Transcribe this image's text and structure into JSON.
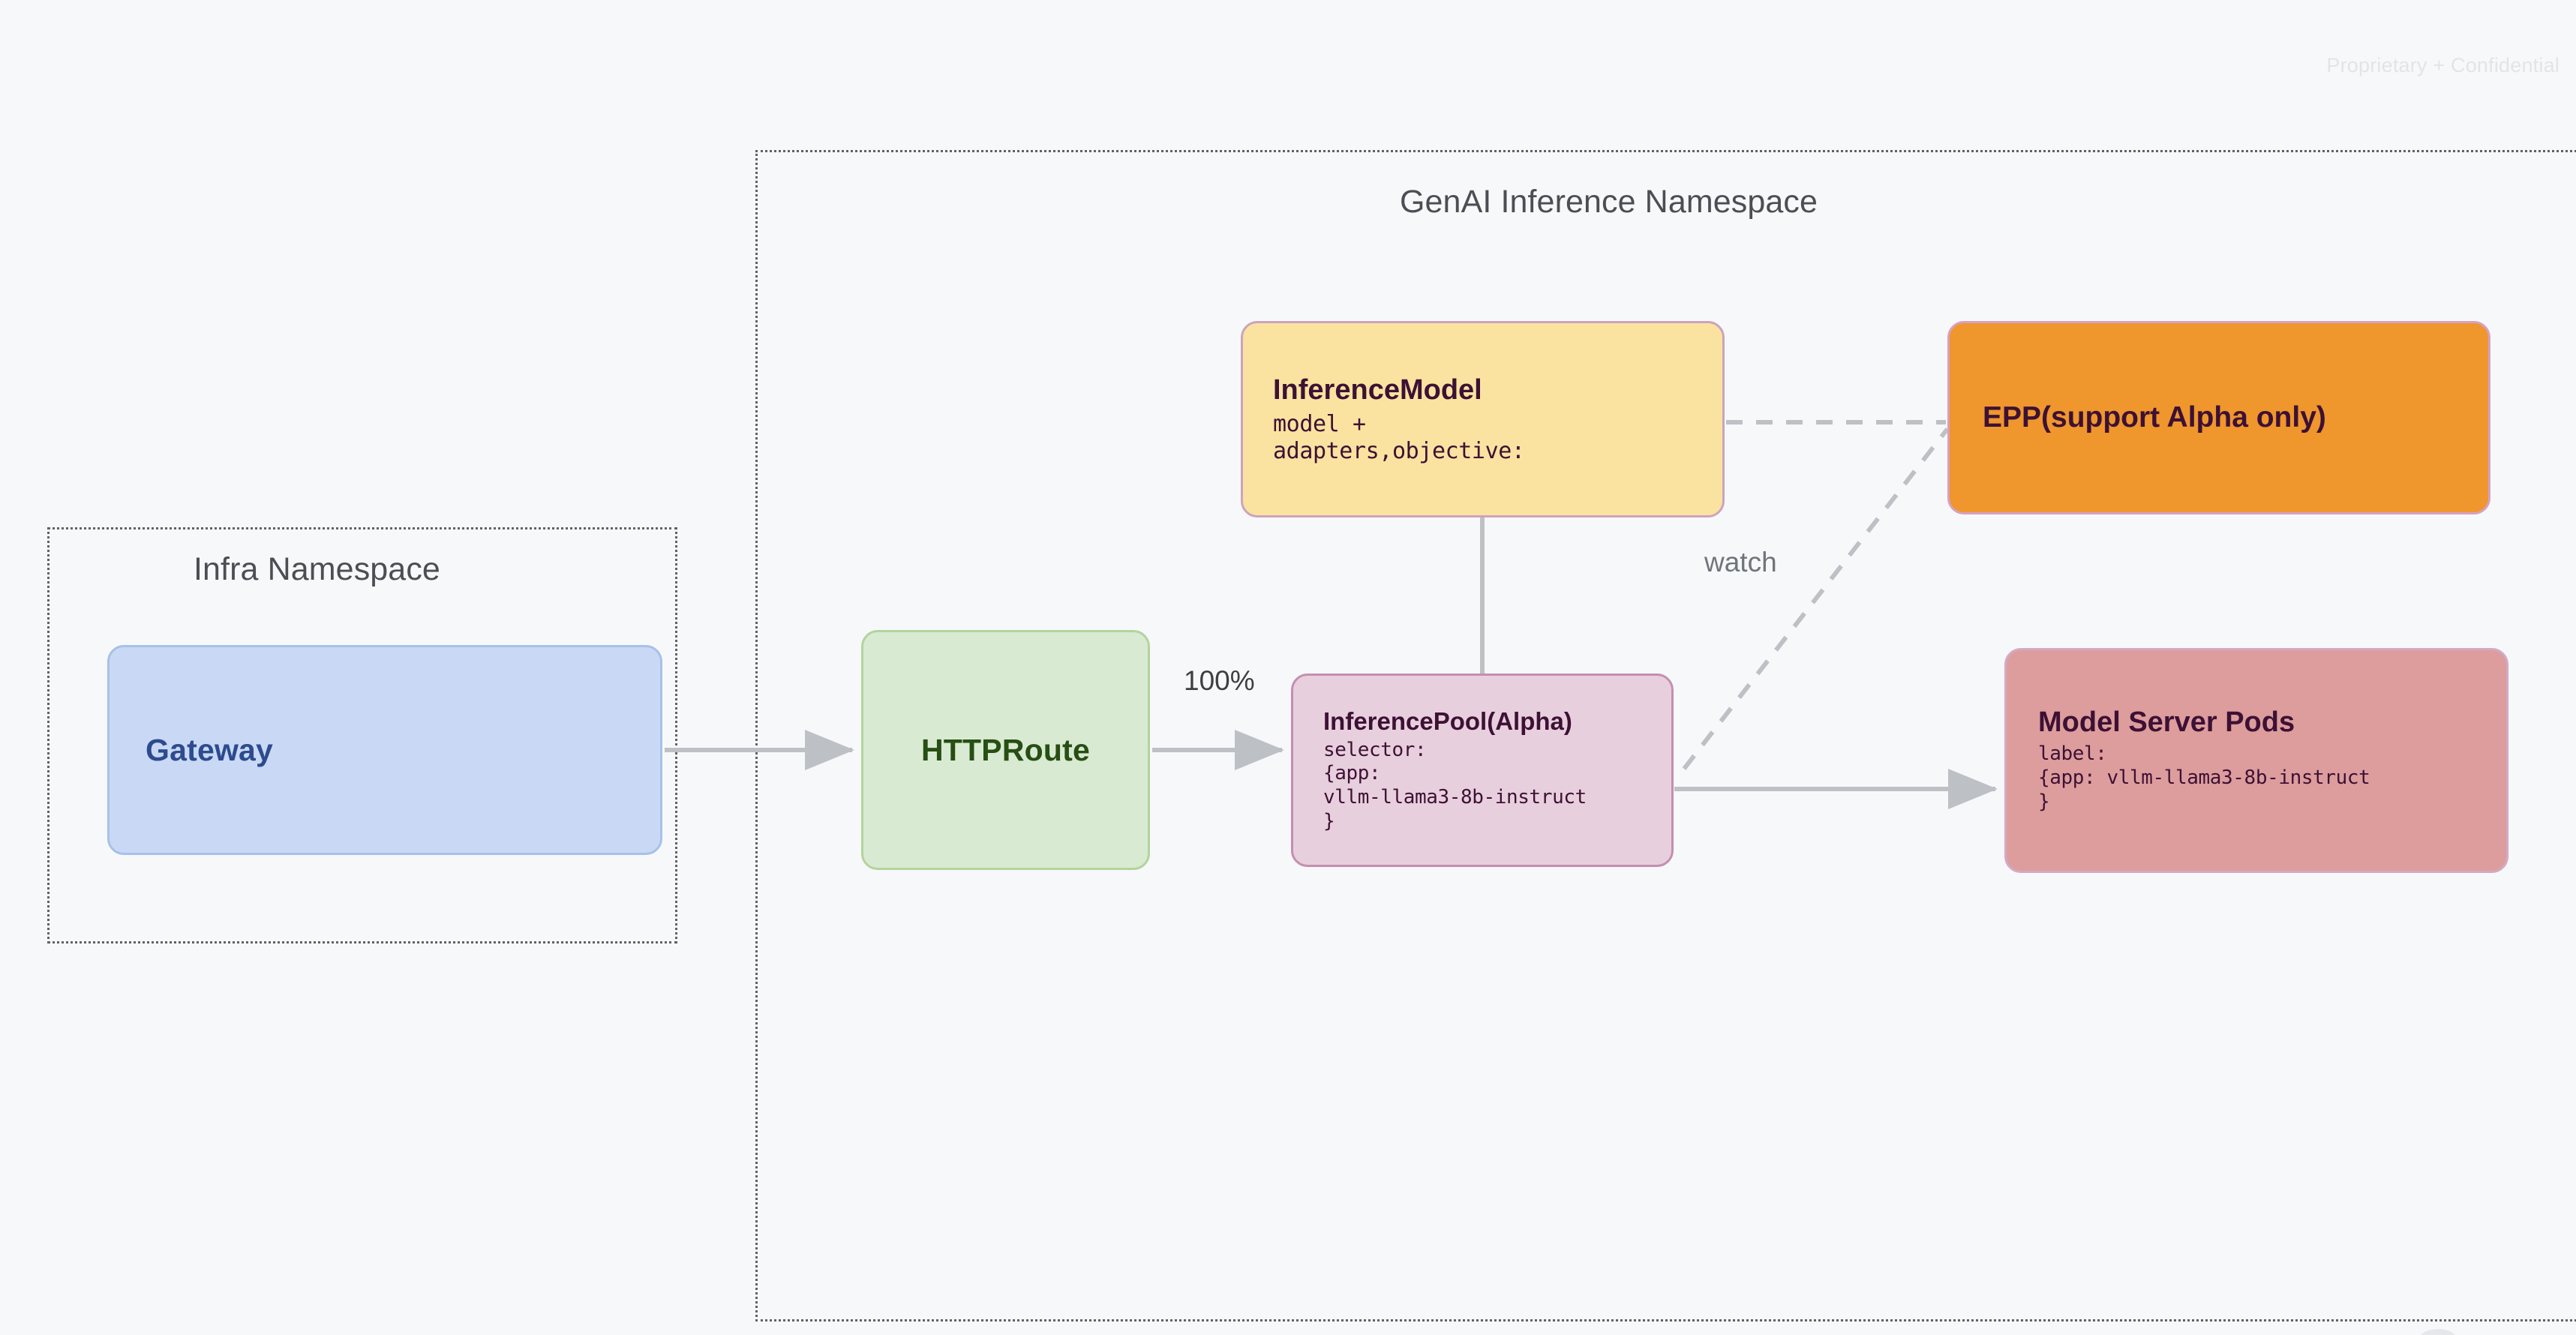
{
  "page": {
    "watermark": "Proprietary + Confidential",
    "background_color": "#f7f8fa"
  },
  "namespaces": [
    {
      "id": "infra",
      "title": "Infra Namespace",
      "border_style": "dotted",
      "border_color": "#5f6368"
    },
    {
      "id": "genai",
      "title": "GenAI Inference Namespace",
      "border_style": "dotted",
      "border_color": "#5f6368"
    }
  ],
  "nodes": {
    "gateway": {
      "title": "Gateway",
      "fill": "#c9d9f5",
      "border": "#a8c0e8",
      "text_color": "#2d4b8e"
    },
    "httproute": {
      "title": "HTTPRoute",
      "fill": "#d9ead3",
      "border": "#b3d49c",
      "text_color": "#274e13"
    },
    "inferencemodel": {
      "title": "InferenceModel",
      "body": "model +\nadapters,objective:",
      "fill": "#fae3a0",
      "border": "#cda3bd",
      "text_color": "#3d1134"
    },
    "inferencepool": {
      "title": "InferencePool(Alpha)",
      "body": "selector:\n{app:\nvllm-llama3-8b-instruct\n}",
      "fill": "#e8cfdd",
      "border": "#c48fb0",
      "text_color": "#3d1134"
    },
    "epp": {
      "title": "EPP(support Alpha only)",
      "fill": "#ef962d",
      "border": "#d8a0c0",
      "text_color": "#3d1134"
    },
    "modelserverpods": {
      "title": "Model Server Pods",
      "body": "label:\n{app: vllm-llama3-8b-instruct\n}",
      "fill": "#dd9d9d",
      "border": "#d3aac4",
      "text_color": "#3d1134"
    }
  },
  "edges": {
    "gateway_to_httproute": {
      "label": "",
      "style": "solid",
      "arrow": true,
      "color": "#bdc1c6"
    },
    "httproute_to_inferencepool": {
      "label": "100%",
      "style": "solid",
      "arrow": true,
      "color": "#bdc1c6"
    },
    "inferencemodel_to_inferencepool": {
      "label": "",
      "style": "solid",
      "arrow": false,
      "color": "#bdc1c6"
    },
    "inferencepool_to_modelserverpods": {
      "label": "",
      "style": "solid",
      "arrow": true,
      "color": "#bdc1c6"
    },
    "inferencemodel_to_epp": {
      "label": "",
      "style": "dashed",
      "arrow": false,
      "color": "#bdc1c6"
    },
    "inferencepool_to_epp": {
      "label": "watch",
      "style": "dashed",
      "arrow": false,
      "color": "#bdc1c6"
    }
  }
}
